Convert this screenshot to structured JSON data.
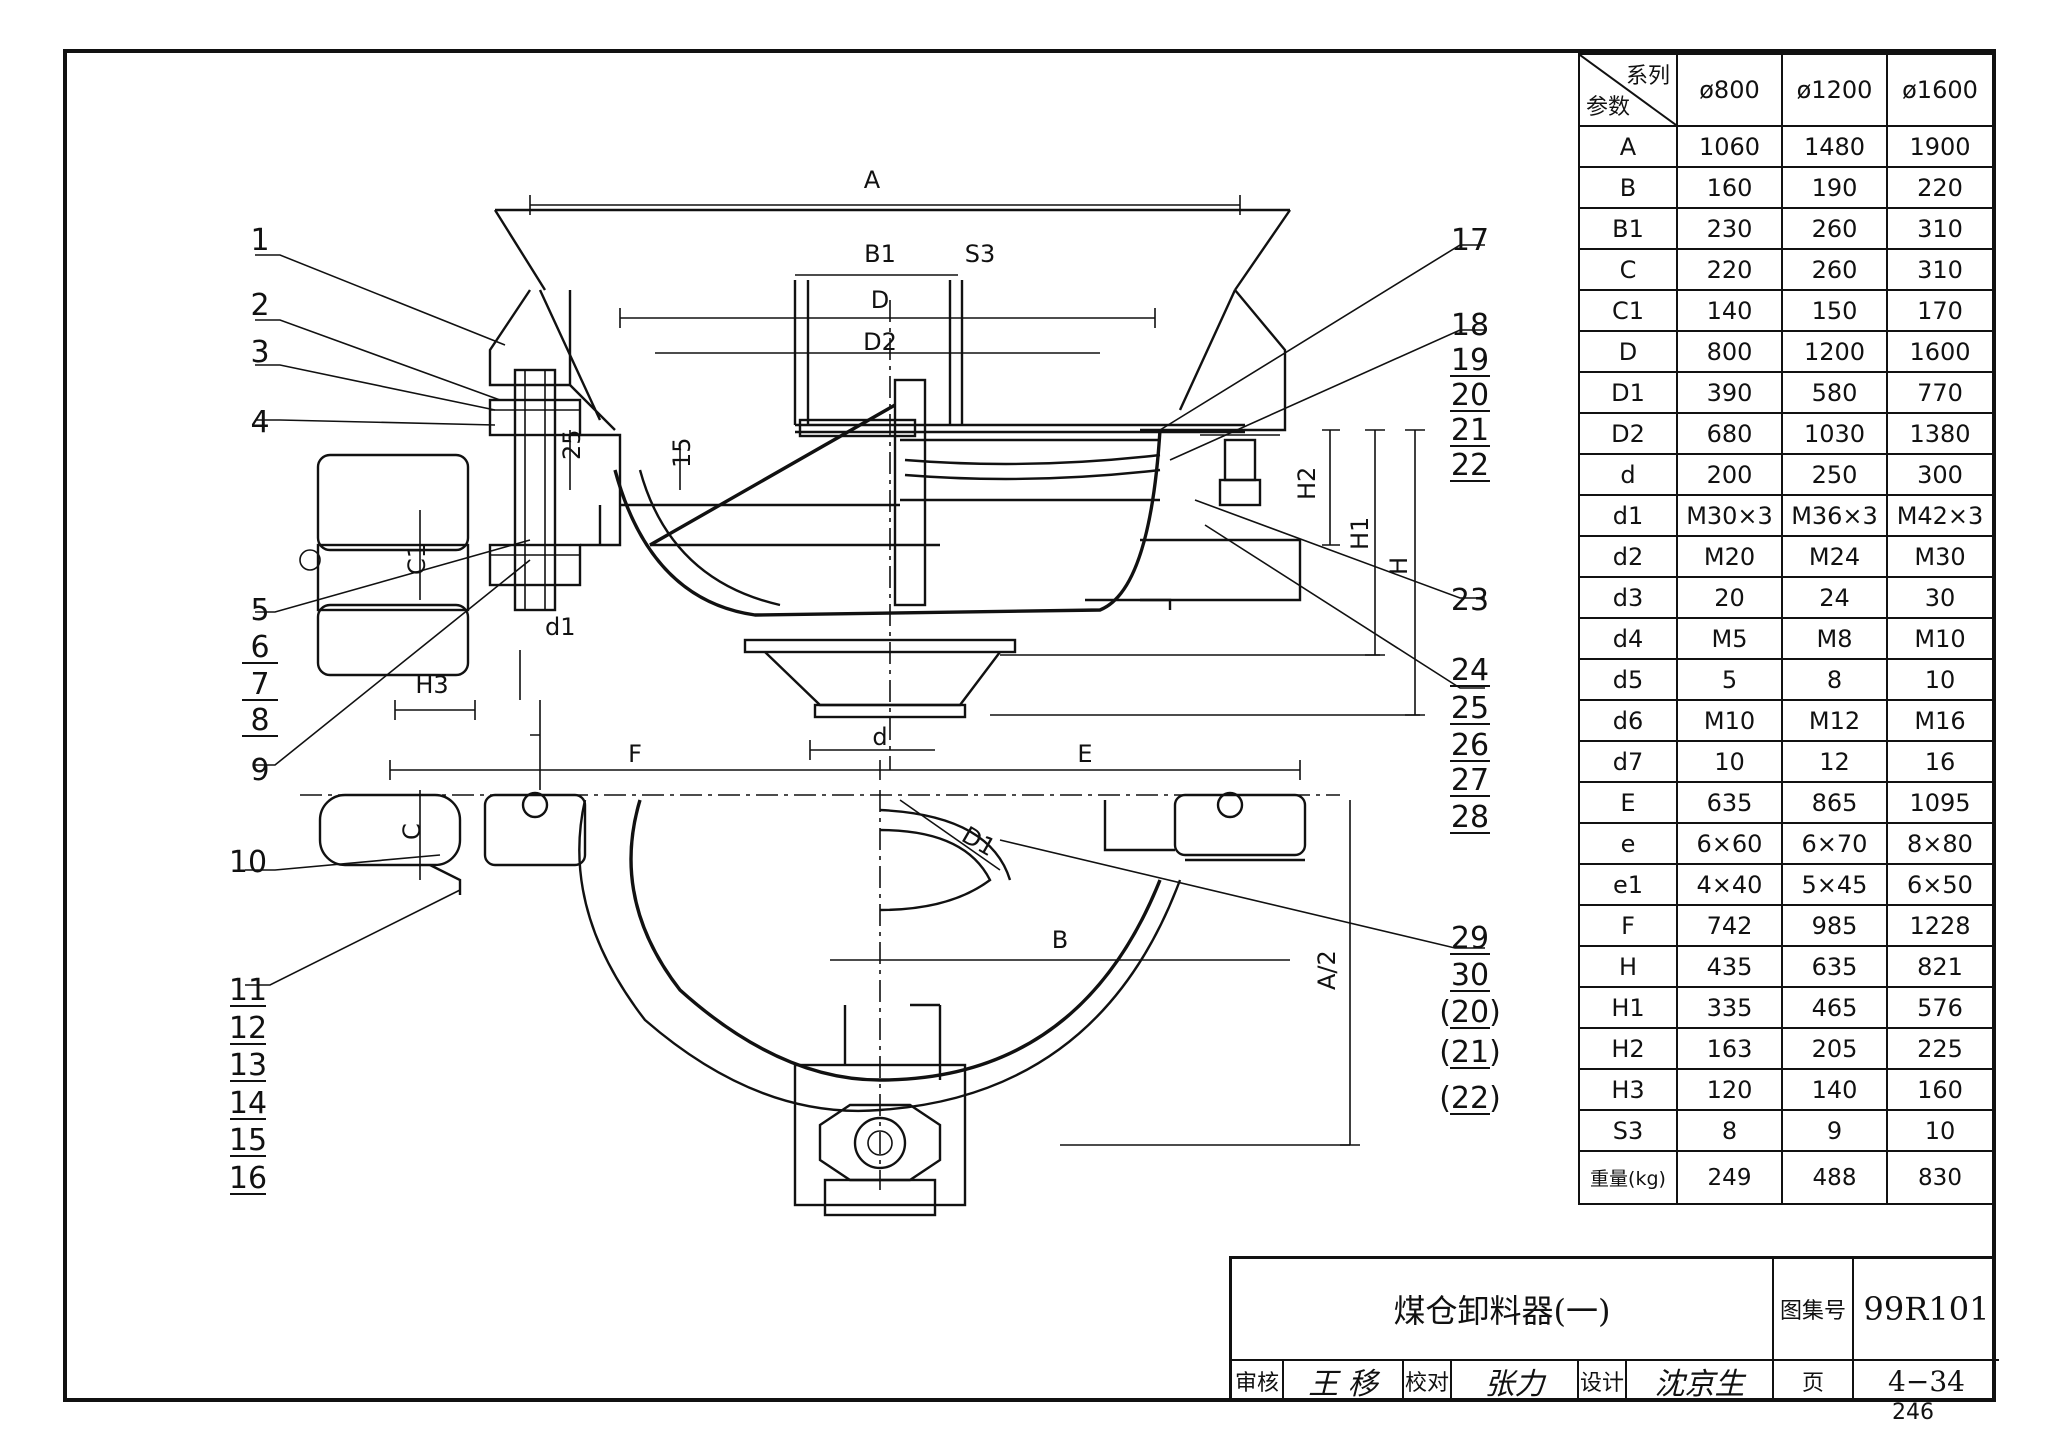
{
  "sheet": {
    "page_number": "246"
  },
  "drawing": {
    "dimensions": {
      "A": "A",
      "B1": "B1",
      "S3": "S3",
      "D": "D",
      "D2": "D2",
      "n25": "25",
      "n15": "15",
      "C1": "C1",
      "d1": "d1",
      "H3": "H3",
      "H2": "H2",
      "H1": "H1",
      "H": "H",
      "d": "d",
      "F": "F",
      "E": "E",
      "C": "C",
      "D1": "D1",
      "B": "B",
      "A2": "A/2"
    },
    "leaders_left": [
      "1",
      "2",
      "3",
      "4",
      "5",
      "6",
      "7",
      "8",
      "9",
      "10",
      "11",
      "12",
      "13",
      "14",
      "15",
      "16"
    ],
    "leaders_right": [
      "17",
      "18",
      "19",
      "20",
      "21",
      "22",
      "23",
      "24",
      "25",
      "26",
      "27",
      "28",
      "29",
      "30",
      "(20)",
      "(21)",
      "(22)"
    ]
  },
  "table": {
    "corner_top": "系列",
    "corner_bottom": "参数",
    "series": [
      "ø800",
      "ø1200",
      "ø1600"
    ],
    "rows": [
      {
        "param": "A",
        "values": [
          "1060",
          "1480",
          "1900"
        ]
      },
      {
        "param": "B",
        "values": [
          "160",
          "190",
          "220"
        ]
      },
      {
        "param": "B1",
        "values": [
          "230",
          "260",
          "310"
        ]
      },
      {
        "param": "C",
        "values": [
          "220",
          "260",
          "310"
        ]
      },
      {
        "param": "C1",
        "values": [
          "140",
          "150",
          "170"
        ]
      },
      {
        "param": "D",
        "values": [
          "800",
          "1200",
          "1600"
        ]
      },
      {
        "param": "D1",
        "values": [
          "390",
          "580",
          "770"
        ]
      },
      {
        "param": "D2",
        "values": [
          "680",
          "1030",
          "1380"
        ]
      },
      {
        "param": "d",
        "values": [
          "200",
          "250",
          "300"
        ]
      },
      {
        "param": "d1",
        "values": [
          "M30×3",
          "M36×3",
          "M42×3"
        ]
      },
      {
        "param": "d2",
        "values": [
          "M20",
          "M24",
          "M30"
        ]
      },
      {
        "param": "d3",
        "values": [
          "20",
          "24",
          "30"
        ]
      },
      {
        "param": "d4",
        "values": [
          "M5",
          "M8",
          "M10"
        ]
      },
      {
        "param": "d5",
        "values": [
          "5",
          "8",
          "10"
        ]
      },
      {
        "param": "d6",
        "values": [
          "M10",
          "M12",
          "M16"
        ]
      },
      {
        "param": "d7",
        "values": [
          "10",
          "12",
          "16"
        ]
      },
      {
        "param": "E",
        "values": [
          "635",
          "865",
          "1095"
        ]
      },
      {
        "param": "e",
        "values": [
          "6×60",
          "6×70",
          "8×80"
        ]
      },
      {
        "param": "e1",
        "values": [
          "4×40",
          "5×45",
          "6×50"
        ]
      },
      {
        "param": "F",
        "values": [
          "742",
          "985",
          "1228"
        ]
      },
      {
        "param": "H",
        "values": [
          "435",
          "635",
          "821"
        ]
      },
      {
        "param": "H1",
        "values": [
          "335",
          "465",
          "576"
        ]
      },
      {
        "param": "H2",
        "values": [
          "163",
          "205",
          "225"
        ]
      },
      {
        "param": "H3",
        "values": [
          "120",
          "140",
          "160"
        ]
      },
      {
        "param": "S3",
        "values": [
          "8",
          "9",
          "10"
        ]
      }
    ],
    "weight": {
      "param": "重量(kg)",
      "values": [
        "249",
        "488",
        "830"
      ]
    }
  },
  "title_block": {
    "title": "煤仓卸料器(一)",
    "atlas_label": "图集号",
    "atlas_number": "99R101",
    "page_label": "页",
    "page_value": "4−34",
    "review_label": "审核",
    "review_sign": "王 移",
    "check_label": "校对",
    "check_sign": "张力",
    "design_label": "设计",
    "design_sign": "沈京生"
  }
}
